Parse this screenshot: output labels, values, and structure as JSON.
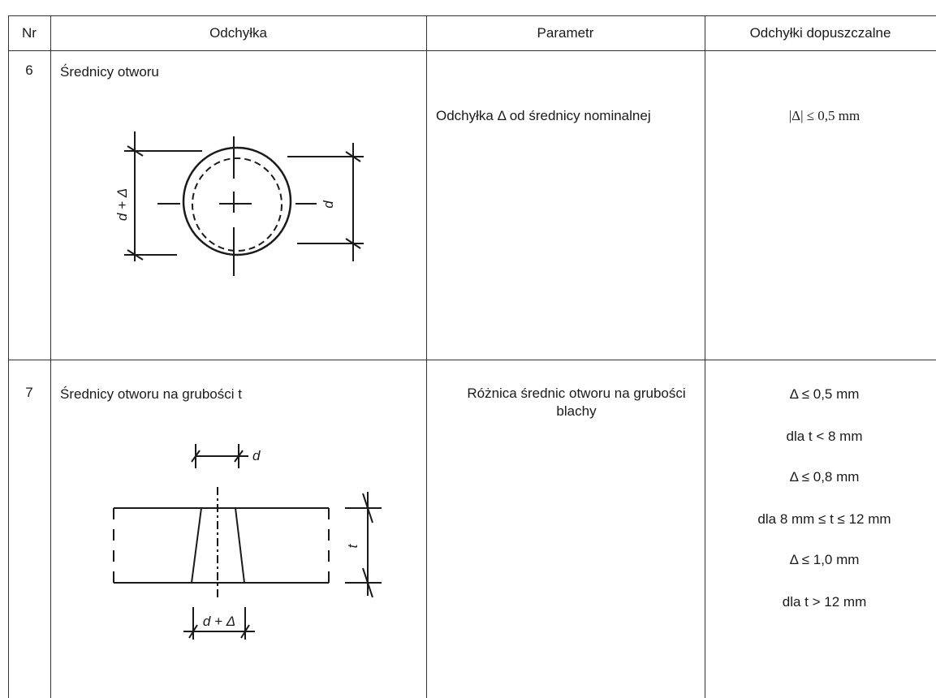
{
  "header": {
    "col_nr": "Nr",
    "col_deviation": "Odchyłka",
    "col_parameter": "Parametr",
    "col_tolerance": "Odchyłki dopuszczalne"
  },
  "rows": [
    {
      "nr": "6",
      "deviation": "Średnicy otworu",
      "parameter": "Odchyłka Δ od średnicy nominalnej",
      "tolerance": [
        "|Δ| ≤ 0,5 mm"
      ],
      "figure": {
        "label_left": "d + Δ",
        "label_right": "d"
      }
    },
    {
      "nr": "7",
      "deviation": "Średnicy otworu na grubości t",
      "parameter": "Różnica średnic otworu na grubości blachy",
      "tolerance": [
        "Δ ≤ 0,5 mm",
        "dla t < 8 mm",
        "Δ ≤ 0,8 mm",
        "dla 8 mm ≤ t ≤ 12 mm",
        "Δ ≤ 1,0 mm",
        "dla t > 12 mm"
      ],
      "figure": {
        "label_top": "d",
        "label_bottom": "d + Δ",
        "label_side": "t"
      }
    }
  ]
}
